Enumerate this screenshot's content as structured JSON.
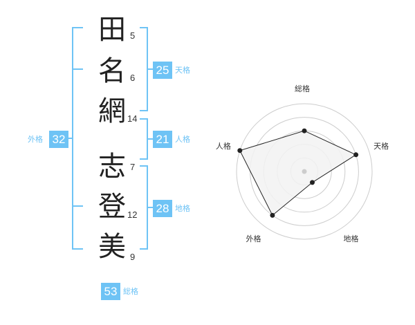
{
  "name_chars": [
    {
      "char": "田",
      "strokes": "5"
    },
    {
      "char": "名",
      "strokes": "6"
    },
    {
      "char": "網",
      "strokes": "14"
    },
    {
      "char": "志",
      "strokes": "7"
    },
    {
      "char": "登",
      "strokes": "12"
    },
    {
      "char": "美",
      "strokes": "9"
    }
  ],
  "fortunes": {
    "tenkaku": {
      "label": "天格",
      "value": "25"
    },
    "jinkaku": {
      "label": "人格",
      "value": "21"
    },
    "chikaku": {
      "label": "地格",
      "value": "28"
    },
    "gaikaku": {
      "label": "外格",
      "value": "32"
    },
    "soukaku": {
      "label": "総格",
      "value": "53"
    }
  },
  "colors": {
    "accent": "#6ec3f5",
    "bracket": "#6ec3f5",
    "grid": "#cccccc",
    "fill": "#f2f2f2",
    "line": "#222222"
  },
  "chart_data": {
    "type": "radar",
    "axes": [
      "総格",
      "天格",
      "地格",
      "外格",
      "人格"
    ],
    "range": [
      0,
      5
    ],
    "rings": 5,
    "values": [
      3,
      4,
      1,
      4,
      5
    ]
  }
}
